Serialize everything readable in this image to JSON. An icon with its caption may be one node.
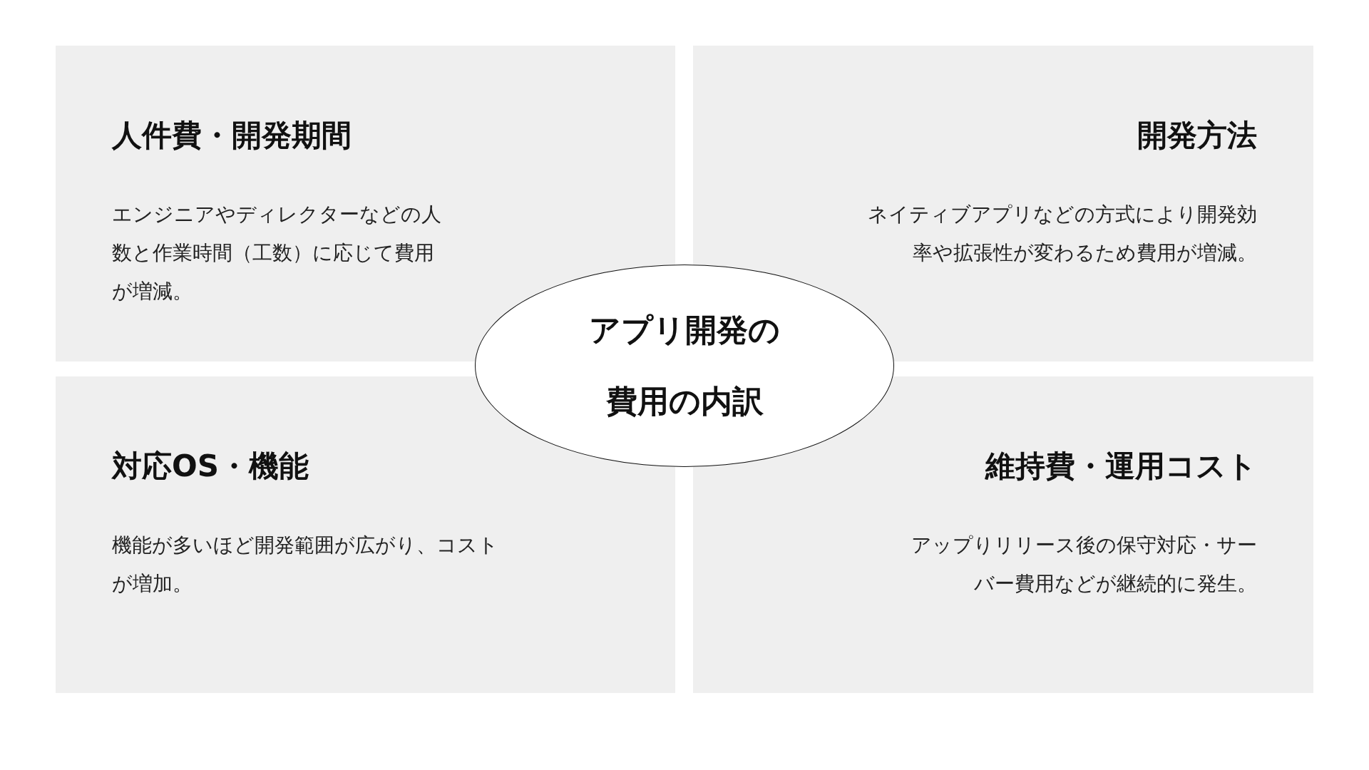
{
  "diagram": {
    "nodes": [
      {
        "text": [
          "人件費・開発期間",
          "エンジニアやディレクターなどの人数と作業時間（工数）に応じて費用が増減。"
        ]
      },
      {
        "text": [
          "開発方法",
          "ネイティブアプリなどの方式により開発効率や拡張性が変わるため費用が増減。"
        ]
      },
      {
        "text": [
          "対応OS・機能",
          "機能が多いほど開発範囲が広がり、コストが増加。"
        ]
      },
      {
        "text": [
          "維持費・運用コスト",
          "アップりリリース後の保守対応・サーバー費用などが継続的に発生。"
        ]
      },
      {
        "text": [
          "アプリ開発の費用の内訳"
        ]
      }
    ]
  }
}
